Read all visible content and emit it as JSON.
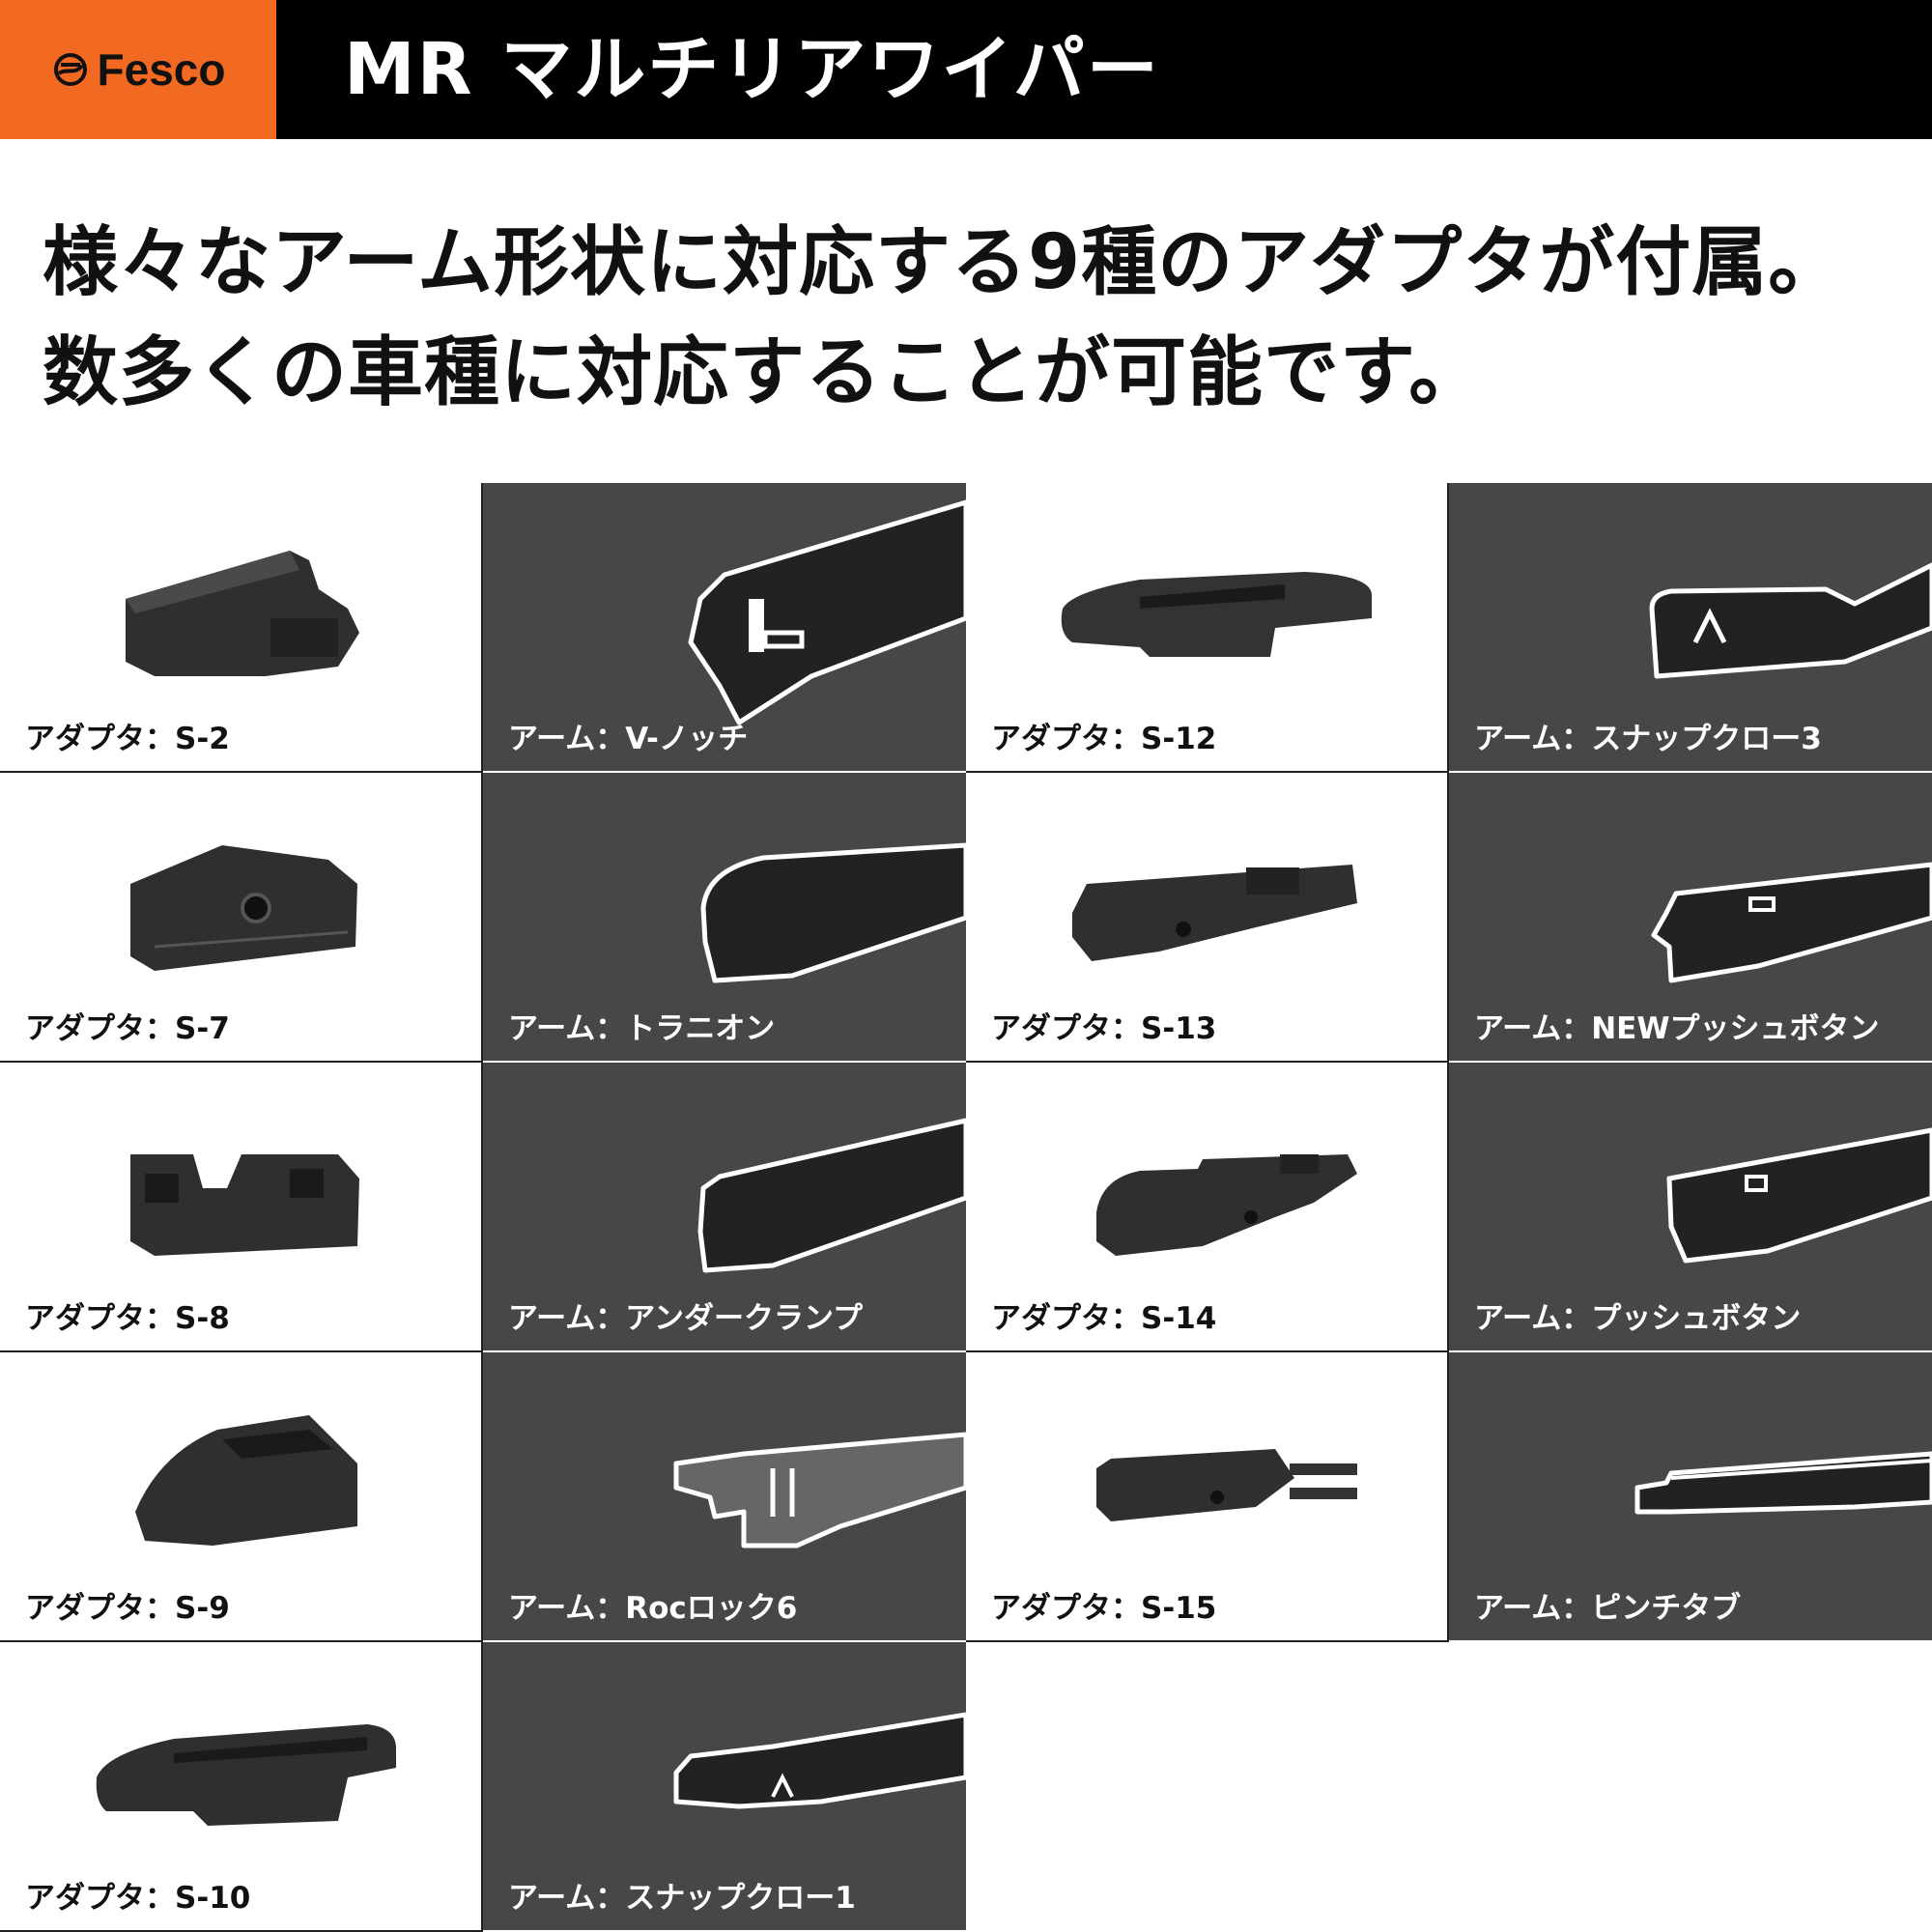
{
  "header": {
    "brand": "Fesco",
    "title": "MR マルチリアワイパー"
  },
  "headline": {
    "line1": "様々なアーム形状に対応する9種のアダプタが付属。",
    "line2": "数多くの車種に対応することが可能です。"
  },
  "grid": {
    "cells": [
      {
        "label": "アダプタ：S-2",
        "icon": "adapter-s2-icon"
      },
      {
        "label": "アーム：V-ノッチ",
        "icon": "arm-v-notch-icon"
      },
      {
        "label": "アダプタ：S-12",
        "icon": "adapter-s12-icon"
      },
      {
        "label": "アーム：スナップクロー3",
        "icon": "arm-snap-claw-3-icon"
      },
      {
        "label": "アダプタ：S-7",
        "icon": "adapter-s7-icon"
      },
      {
        "label": "アーム：トラニオン",
        "icon": "arm-trunnion-icon"
      },
      {
        "label": "アダプタ：S-13",
        "icon": "adapter-s13-icon"
      },
      {
        "label": "アーム：NEWプッシュボタン",
        "icon": "arm-new-push-button-icon"
      },
      {
        "label": "アダプタ：S-8",
        "icon": "adapter-s8-icon"
      },
      {
        "label": "アーム：アンダークランプ",
        "icon": "arm-under-clamp-icon"
      },
      {
        "label": "アダプタ：S-14",
        "icon": "adapter-s14-icon"
      },
      {
        "label": "アーム：プッシュボタン",
        "icon": "arm-push-button-icon"
      },
      {
        "label": "アダプタ：S-9",
        "icon": "adapter-s9-icon"
      },
      {
        "label": "アーム：Rocロック6",
        "icon": "arm-roc-lock-6-icon"
      },
      {
        "label": "アダプタ：S-15",
        "icon": "adapter-s15-icon"
      },
      {
        "label": "アーム：ピンチタブ",
        "icon": "arm-pinch-tab-icon"
      },
      {
        "label": "アダプタ：S-10",
        "icon": "adapter-s10-icon"
      },
      {
        "label": "アーム：スナップクロー1",
        "icon": "arm-snap-claw-1-icon"
      }
    ]
  },
  "colors": {
    "brand_orange": "#f26a21",
    "header_black": "#000000",
    "arm_cell_gray": "#474747"
  }
}
